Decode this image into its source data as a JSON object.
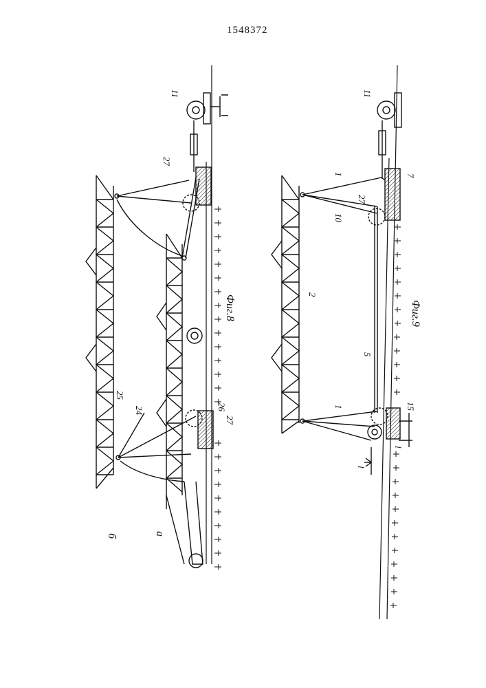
{
  "page_number": "1548372",
  "figure8": {
    "caption": "Фиг.8",
    "label_a": "а",
    "label_b": "б",
    "labels": [
      "11",
      "27",
      "25",
      "24",
      "26",
      "27"
    ]
  },
  "figure9": {
    "caption": "Фиг.9",
    "labels": [
      "11",
      "1",
      "7",
      "27",
      "10",
      "2",
      "5",
      "1",
      "15",
      "l",
      "l"
    ]
  }
}
